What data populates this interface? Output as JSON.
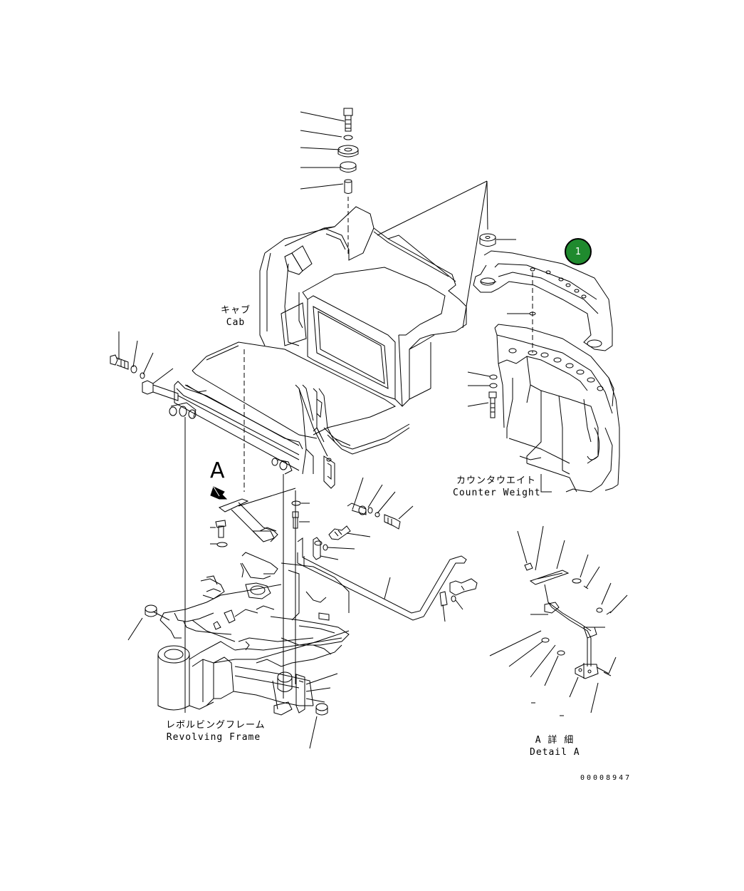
{
  "labels": {
    "cab_jp": "キャブ",
    "cab_en": "Cab",
    "counterweight_jp": "カウンタウエイト",
    "counterweight_en": "Counter Weight",
    "frame_jp": "レボルビングフレーム",
    "frame_en": "Revolving Frame",
    "detail_jp": "A 詳 細",
    "detail_en": "Detail A",
    "view_arrow": "A"
  },
  "callout": {
    "number": "1",
    "color": "#1f8a2e"
  },
  "drawing_number": "00008947"
}
